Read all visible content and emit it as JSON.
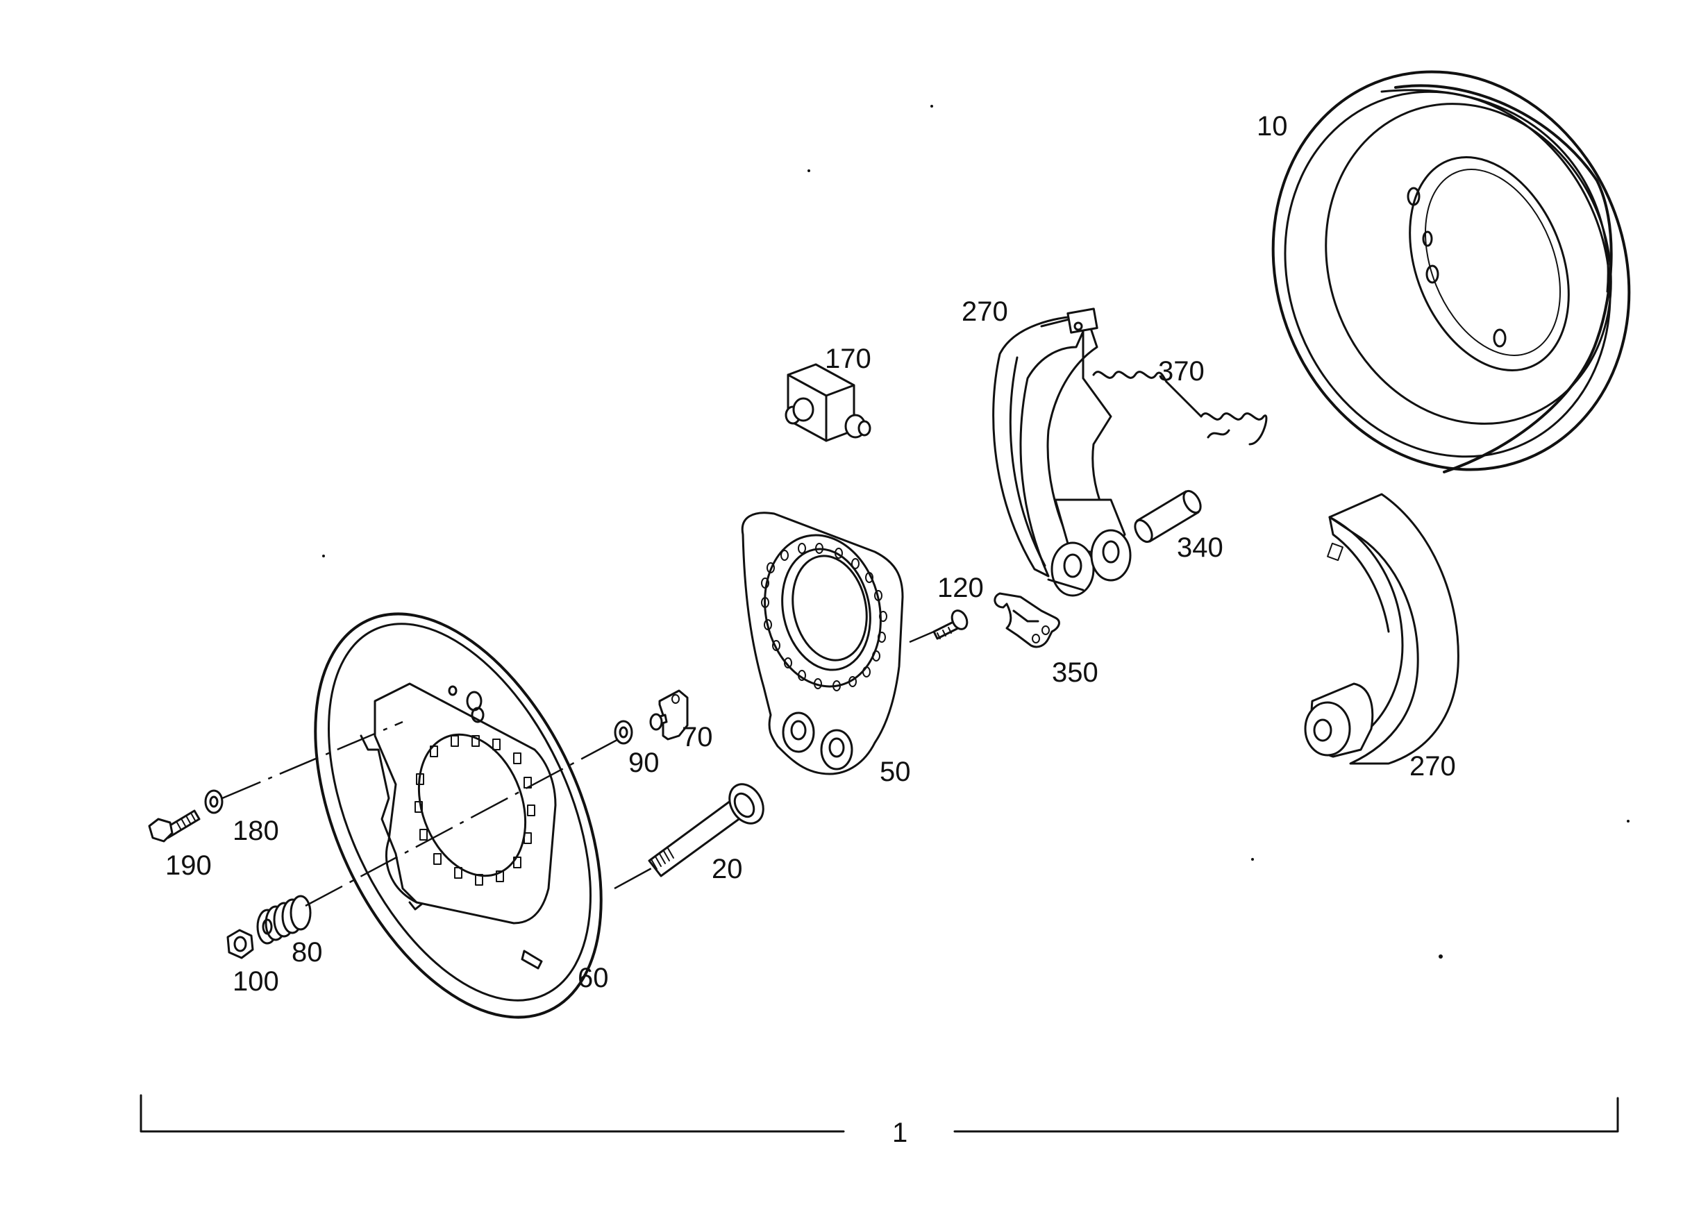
{
  "labels": {
    "p10": "10",
    "p270_top": "270",
    "p170": "170",
    "p370": "370",
    "p340": "340",
    "p120": "120",
    "p350": "350",
    "p270_bottom": "270",
    "p50": "50",
    "p70": "70",
    "p90": "90",
    "p20": "20",
    "p180": "180",
    "p190": "190",
    "p80": "80",
    "p100": "100",
    "p60": "60",
    "assembly": "1"
  }
}
